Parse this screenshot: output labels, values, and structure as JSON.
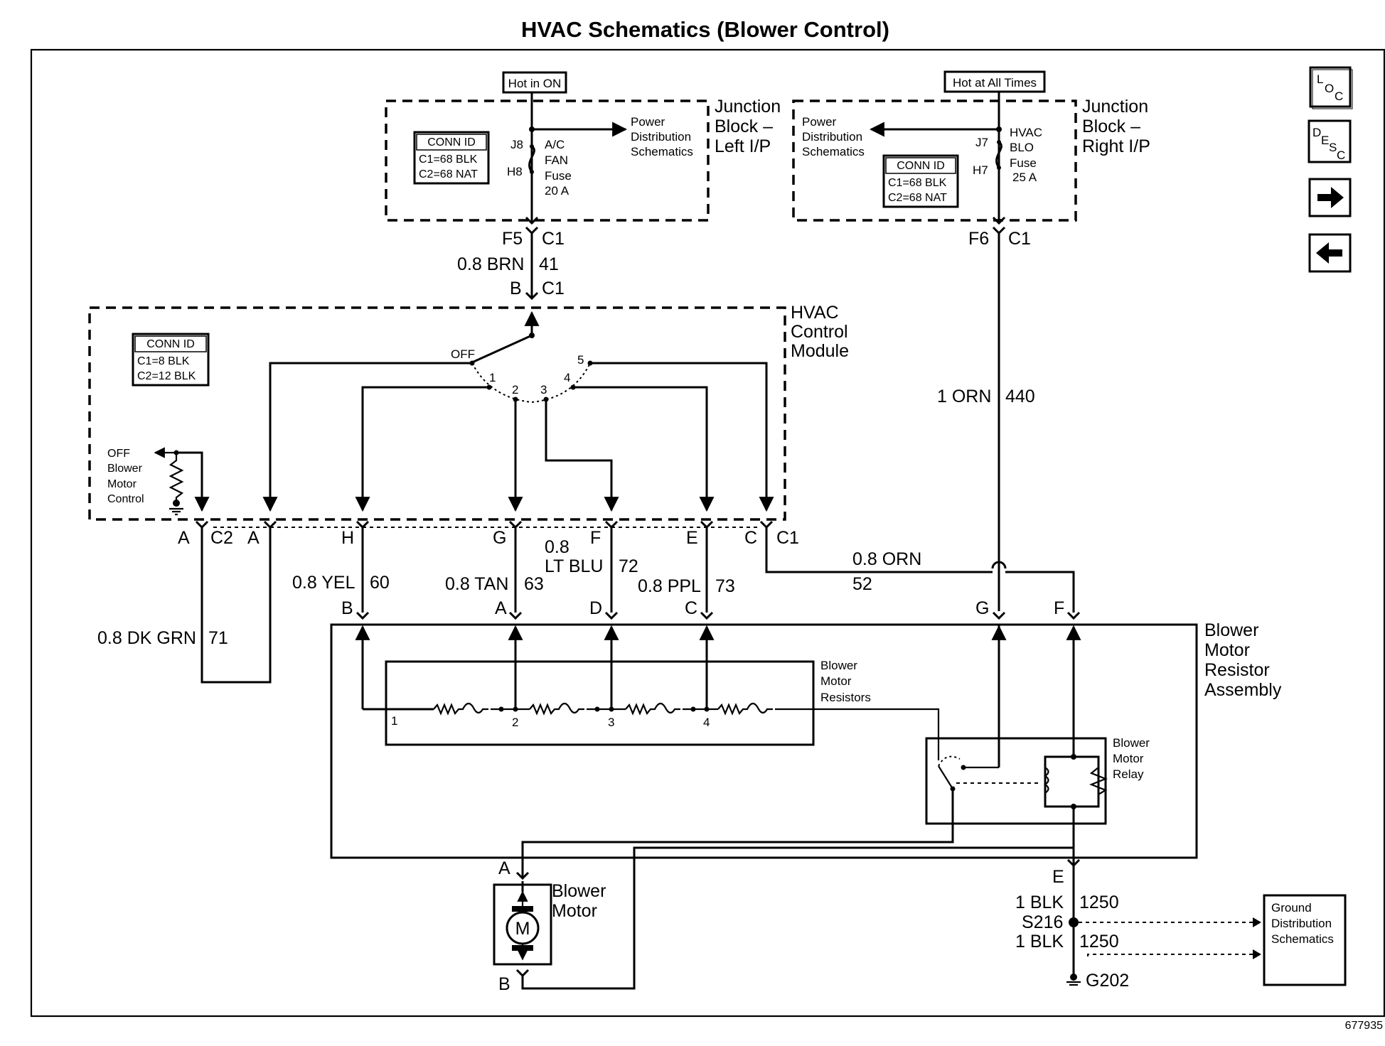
{
  "title": "HVAC Schematics (Blower Control)",
  "figure_id": "677935",
  "nav": {
    "loc": [
      "L",
      "O",
      "C"
    ],
    "desc": [
      "D",
      "E",
      "S",
      "C"
    ]
  },
  "jb_left": {
    "name": [
      "Junction",
      "Block –",
      "Left I/P"
    ],
    "hot_label": "Hot in ON",
    "conn_id": [
      "CONN ID",
      "C1=68 BLK",
      "C2=68 NAT"
    ],
    "pin_top": "J8",
    "pin_bot": "H8",
    "fuse": [
      "A/C",
      "FAN",
      "Fuse",
      "20 A"
    ],
    "dist": [
      "Power",
      "Distribution",
      "Schematics"
    ]
  },
  "jb_right": {
    "name": [
      "Junction",
      "Block –",
      "Right I/P"
    ],
    "hot_label": "Hot at All Times",
    "conn_id": [
      "CONN ID",
      "C1=68 BLK",
      "C2=68 NAT"
    ],
    "pin_top": "J7",
    "pin_bot": "H7",
    "fuse": [
      "HVAC",
      "BLO",
      "Fuse",
      "25 A"
    ],
    "dist": [
      "Power",
      "Distribution",
      "Schematics"
    ]
  },
  "hvac_module": {
    "name": [
      "HVAC",
      "Control",
      "Module"
    ],
    "conn_id": [
      "CONN ID",
      "C1=8 BLK",
      "C2=12 BLK"
    ],
    "switch_off": "OFF",
    "positions": [
      "1",
      "2",
      "3",
      "4",
      "5"
    ],
    "off_control": [
      "OFF",
      "Blower",
      "Motor",
      "Control"
    ]
  },
  "connectors": {
    "f5": "F5",
    "c1a": "C1",
    "b": "B",
    "c1b": "C1",
    "f6": "F6",
    "c1c": "C1",
    "a_c2": "A",
    "c2": "C2",
    "a2": "A",
    "h": "H",
    "g": "G",
    "f": "F",
    "e": "E",
    "c": "C",
    "c1d": "C1",
    "res_b": "B",
    "res_a": "A",
    "res_d": "D",
    "res_c": "C",
    "res_g": "G",
    "res_f": "F",
    "motor_a": "A",
    "motor_b": "B",
    "gnd_e": "E"
  },
  "wires": {
    "brn_color": "0.8 BRN",
    "brn_circuit": "41",
    "orn1_color": "1 ORN",
    "orn1_circuit": "440",
    "dkgrn_color": "0.8 DK GRN",
    "dkgrn_circuit": "71",
    "yel_color": "0.8 YEL",
    "yel_circuit": "60",
    "tan_color": "0.8 TAN",
    "tan_circuit": "63",
    "ltblu_color": [
      "0.8",
      "LT BLU"
    ],
    "ltblu_circuit": "72",
    "ppl_color": "0.8 PPL",
    "ppl_circuit": "73",
    "orn08_color": "0.8 ORN",
    "orn08_circuit": "52",
    "blk1_color": "1 BLK",
    "blk1_circuit": "1250",
    "blk2_color": "1 BLK",
    "blk2_circuit": "1250",
    "splice": "S216",
    "ground": "G202"
  },
  "resistor_assembly": {
    "name": [
      "Blower",
      "Motor",
      "Resistor",
      "Assembly"
    ],
    "resistors": [
      "Blower",
      "Motor",
      "Resistors"
    ],
    "taps": [
      "1",
      "2",
      "3",
      "4"
    ],
    "relay": [
      "Blower",
      "Motor",
      "Relay"
    ]
  },
  "motor": {
    "name": [
      "Blower",
      "Motor"
    ],
    "symbol": "M"
  },
  "ground_dist": [
    "Ground",
    "Distribution",
    "Schematics"
  ]
}
